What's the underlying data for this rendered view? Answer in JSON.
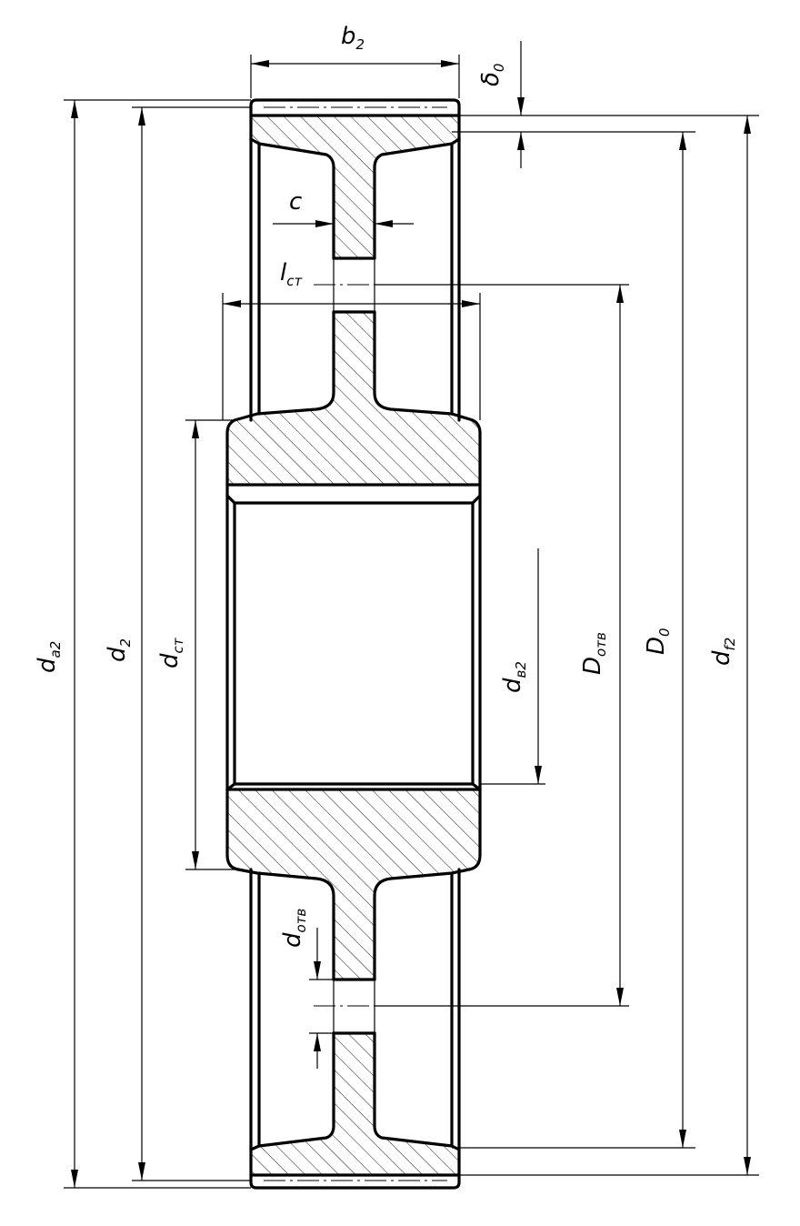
{
  "labels": {
    "b2": {
      "main": "b",
      "sub": "2"
    },
    "delta0": {
      "main": "δ",
      "sub": "0"
    },
    "c": {
      "main": "c",
      "sub": ""
    },
    "lct": {
      "main": "l",
      "sub": "ст"
    },
    "da2": {
      "main": "d",
      "sub": "a2"
    },
    "d2": {
      "main": "d",
      "sub": "2"
    },
    "dct": {
      "main": "d",
      "sub": "ст"
    },
    "dv2": {
      "main": "d",
      "sub": "в2"
    },
    "Dotv": {
      "main": "D",
      "sub": "отв"
    },
    "D0": {
      "main": "D",
      "sub": "0"
    },
    "df2": {
      "main": "d",
      "sub": "f2"
    },
    "dotv": {
      "main": "d",
      "sub": "отв"
    }
  },
  "colors": {
    "line": "#000000",
    "background": "#ffffff"
  }
}
